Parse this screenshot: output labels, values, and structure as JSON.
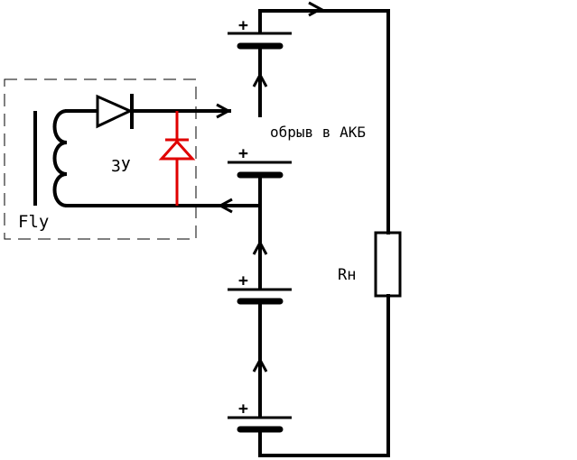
{
  "labels": {
    "charger": "ЗУ",
    "fly": "Fly",
    "break_note": "обрыв в АКБ",
    "load": "Rн",
    "plus": "+"
  },
  "colors": {
    "wire": "#000000",
    "reverse_diode": "#e00000",
    "background": "#ffffff"
  },
  "battery_count": 4
}
